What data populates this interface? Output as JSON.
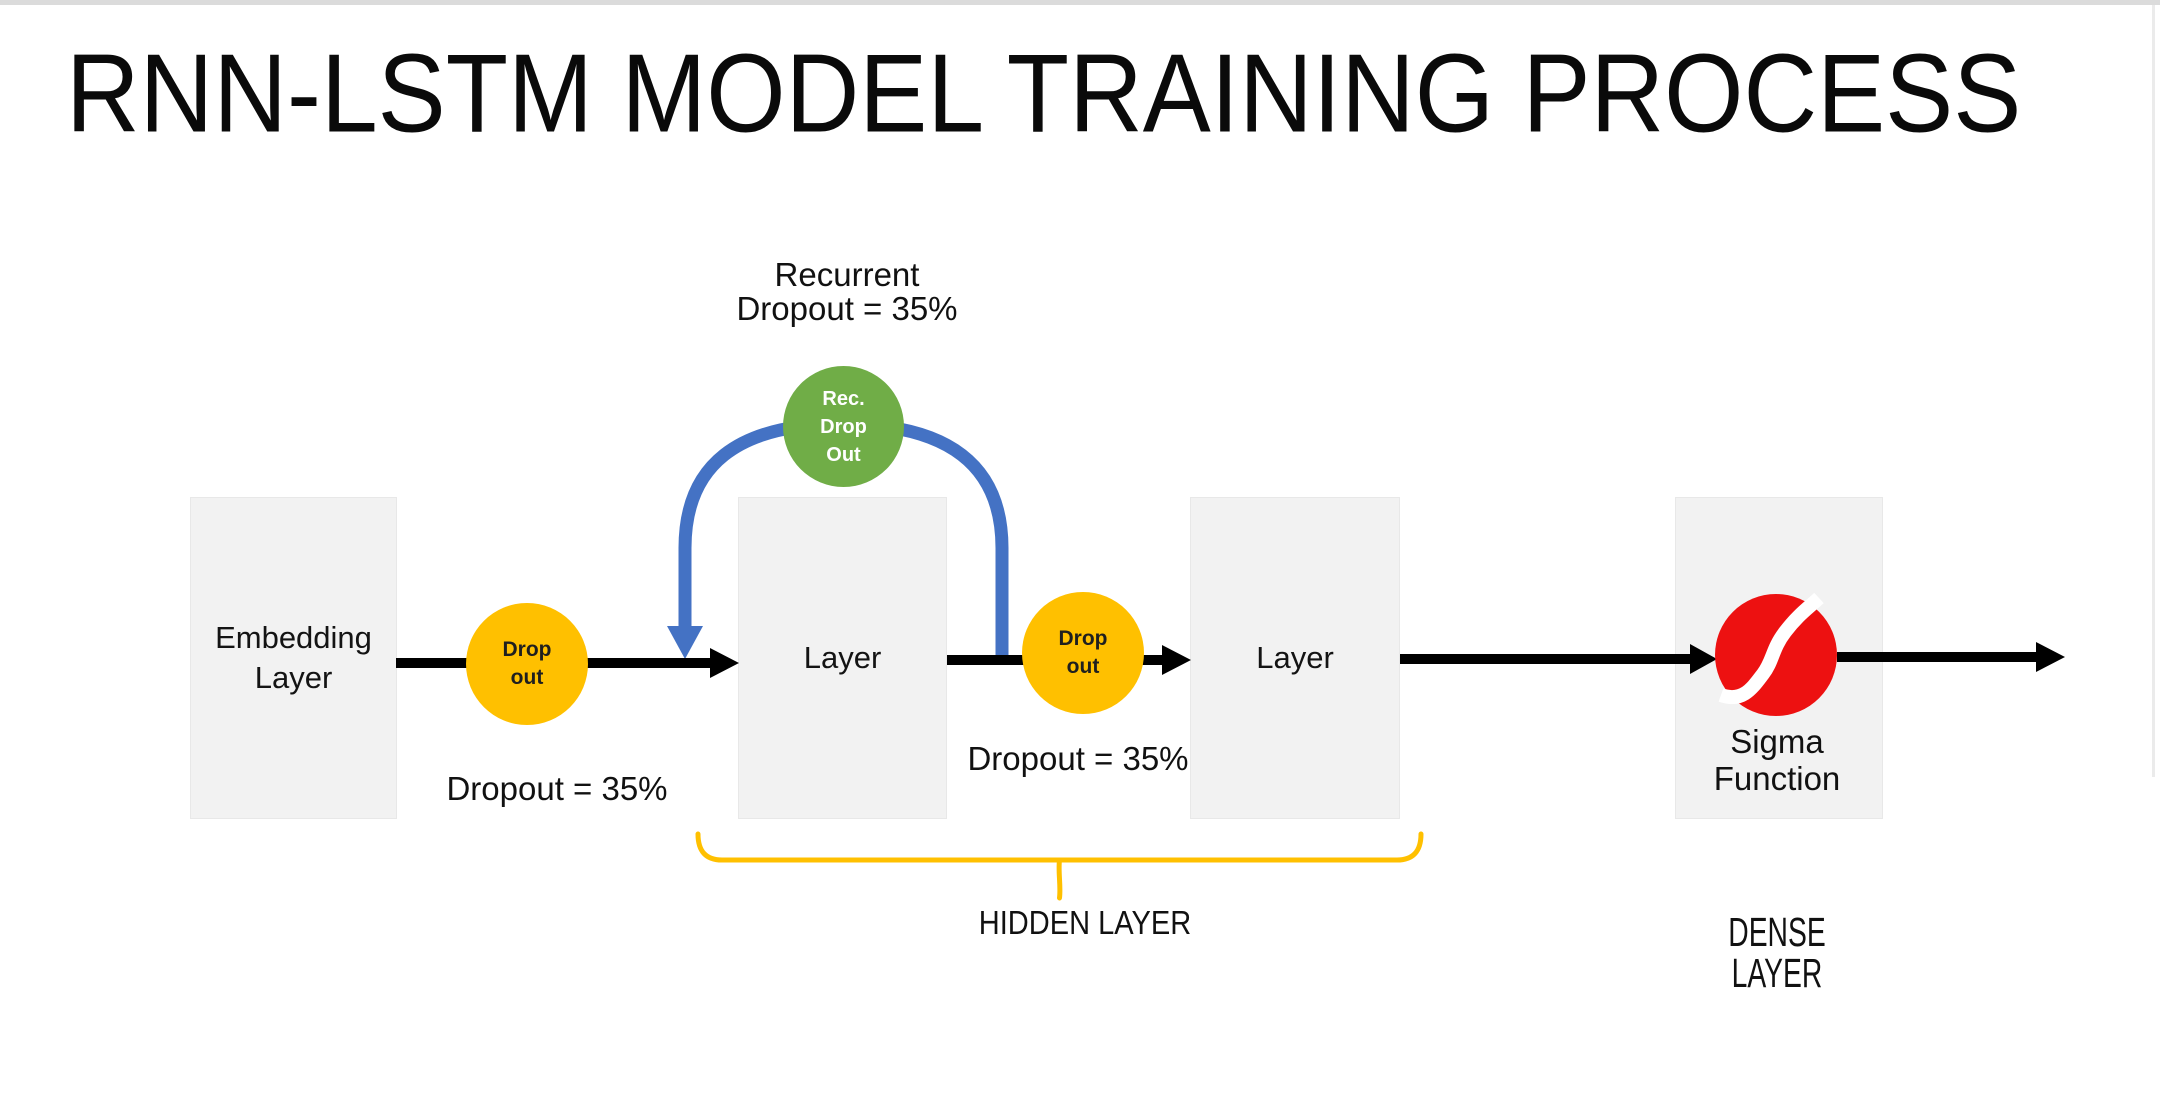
{
  "window": {
    "background": "#FFFFFF",
    "top_bar_color": "#DBDBDB",
    "right_edge_color": "#EBEBEB"
  },
  "title": "RNN-LSTM MODEL TRAINING PROCESS",
  "diagram": {
    "boxes": {
      "embedding": {
        "label": "Embedding Layer"
      },
      "hidden1": {
        "label": "Layer"
      },
      "hidden2": {
        "label": "Layer"
      },
      "dense": {
        "label": ""
      }
    },
    "box_fill": "#F2F2F2",
    "box_border": "#E8E8E8",
    "circles": {
      "dropout1": {
        "label": "Drop out",
        "fill": "#FFC000",
        "text_color": "#1F1F1F"
      },
      "dropout2": {
        "label": "Drop out",
        "fill": "#FFC000",
        "text_color": "#1F1F1F"
      },
      "recurrent": {
        "label": "Rec. Drop Out",
        "fill": "#70AD47",
        "text_color": "#FFFFFF"
      },
      "sigma": {
        "fill": "#ED1111",
        "curve_color": "#FFFFFF"
      }
    },
    "annotations": {
      "recurrent_dropout": "Recurrent Dropout = 35%",
      "dropout1": "Dropout = 35%",
      "dropout2": "Dropout = 35%",
      "sigma": "Sigma Function",
      "hidden_layer": "HIDDEN LAYER",
      "dense_layer": "DENSE LAYER"
    },
    "arrow_color": "#000000",
    "recurrent_arrow_color": "#4472C4",
    "brace_color": "#FFC000"
  }
}
